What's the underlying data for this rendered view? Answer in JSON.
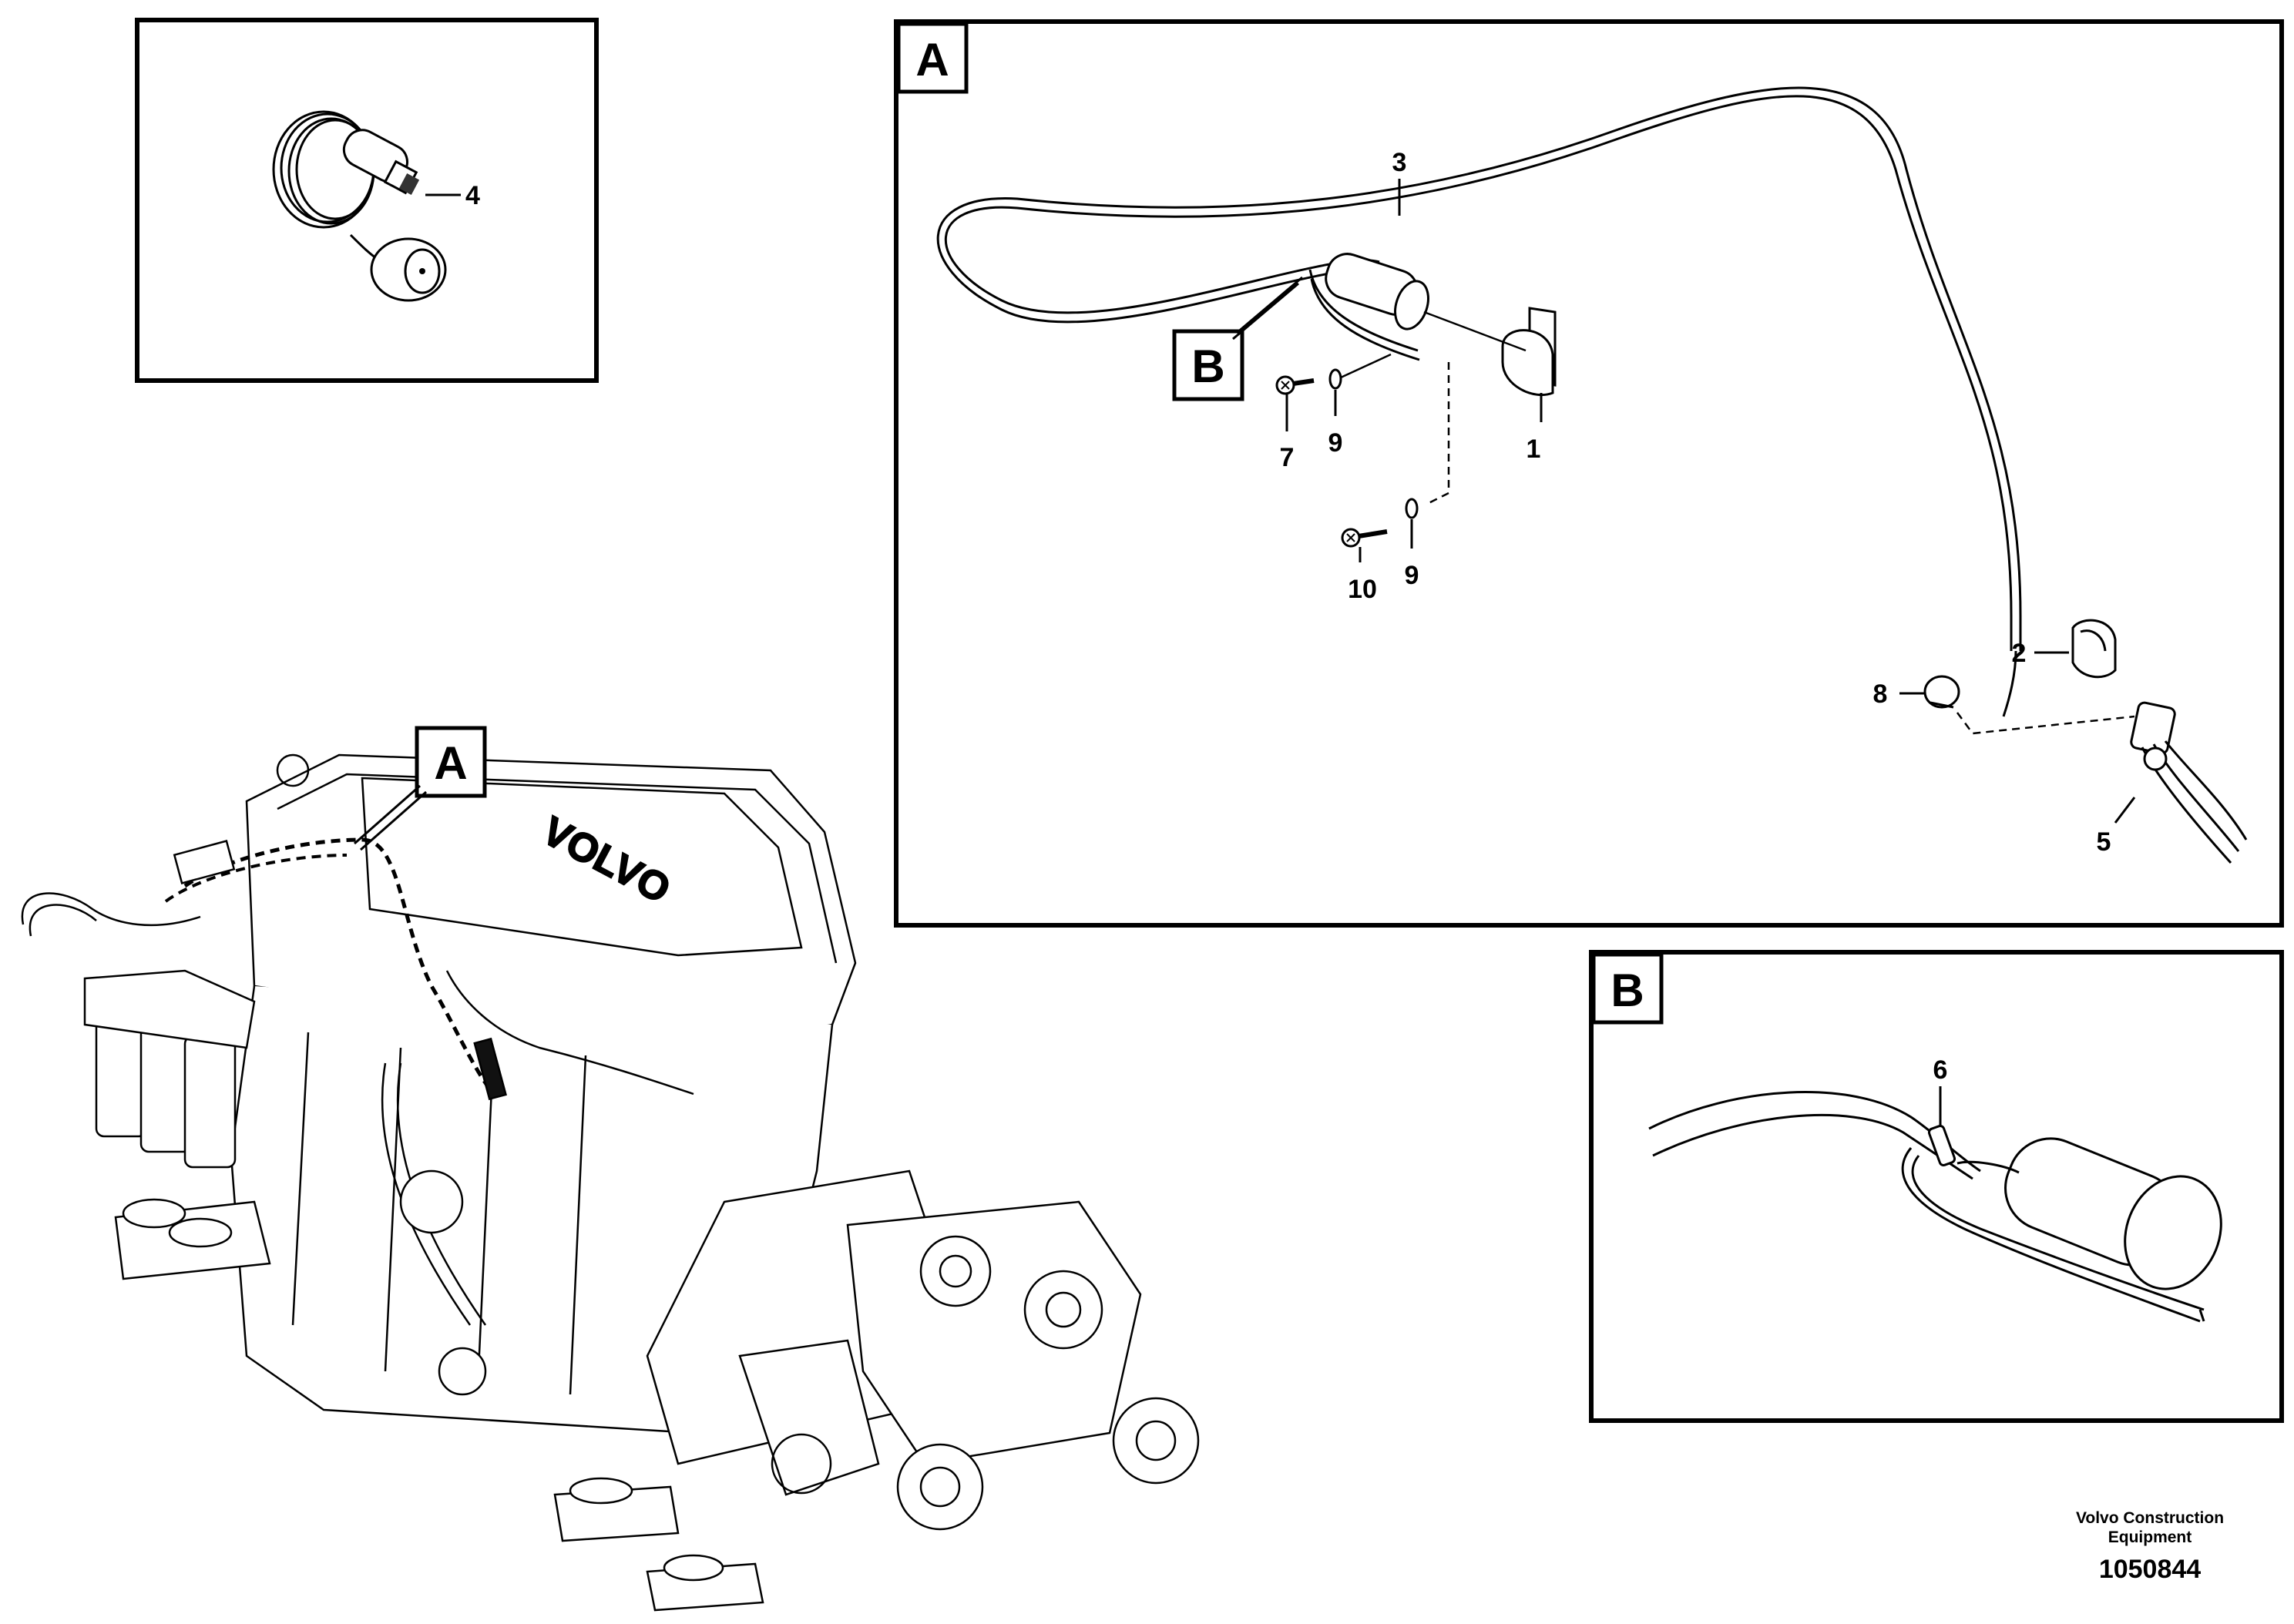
{
  "view_labels": {
    "a": "A",
    "b": "B",
    "engine_a": "A",
    "detail_b_in_a": "B"
  },
  "callouts": {
    "c1": "1",
    "c2": "2",
    "c3": "3",
    "c4": "4",
    "c5": "5",
    "c6": "6",
    "c7": "7",
    "c8": "8",
    "c9a": "9",
    "c9b": "9",
    "c10": "10"
  },
  "footer": {
    "company_line1": "Volvo Construction",
    "company_line2": "Equipment",
    "drawing_number": "1050844"
  },
  "engine_badge": "VOLVO",
  "colors": {
    "line": "#000000",
    "background": "#ffffff"
  }
}
